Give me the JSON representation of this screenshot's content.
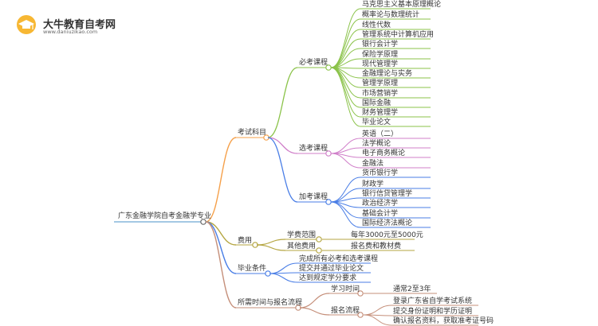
{
  "logo": {
    "title": "大牛教育自考网",
    "url": "www.daniuzikao.com"
  },
  "root": "广东金融学院自考金融学专业",
  "branches": {
    "exam": {
      "label": "考试科目",
      "required": {
        "label": "必考课程",
        "items": [
          "马克思主义基本原理概论",
          "概率论与数理统计",
          "线性代数",
          "管理系统中计算机应用",
          "银行会计学",
          "保险学原理",
          "现代管理学",
          "金融理论与实务",
          "管理学原理",
          "市场营销学",
          "国际金融",
          "财务管理学",
          "毕业论文"
        ]
      },
      "elective": {
        "label": "选考课程",
        "items": [
          "英语（二）",
          "法学概论",
          "电子商务概论",
          "金融法"
        ]
      },
      "extra": {
        "label": "加考课程",
        "items": [
          "货币银行学",
          "财政学",
          "银行信贷管理学",
          "政治经济学",
          "基础会计学",
          "国际经济法概论"
        ]
      }
    },
    "fees": {
      "label": "费用",
      "tuition": {
        "label": "学费范围",
        "value": "每年3000元至5000元"
      },
      "other": {
        "label": "其他费用",
        "value": "报名费和教材费"
      }
    },
    "grad": {
      "label": "毕业条件",
      "items": [
        "完成所有必考和选考课程",
        "提交并通过毕业论文",
        "达到规定学分要求"
      ]
    },
    "time": {
      "label": "所需时间与报名流程",
      "duration": {
        "label": "学习时间",
        "value": "通常2至3年"
      },
      "process": {
        "label": "报名流程",
        "items": [
          "登录广东省自学考试系统",
          "提交身份证明和学历证明",
          "确认报名资料，获取准考证号码"
        ]
      }
    }
  },
  "colors": {
    "root": "#4a90c8",
    "exam": "#f5a04a",
    "required": "#8bc34a",
    "elective": "#d07fc9",
    "extra": "#4a7ee6",
    "fees": "#b5a642",
    "grad": "#4a7ee6",
    "time": "#c58f7a"
  }
}
